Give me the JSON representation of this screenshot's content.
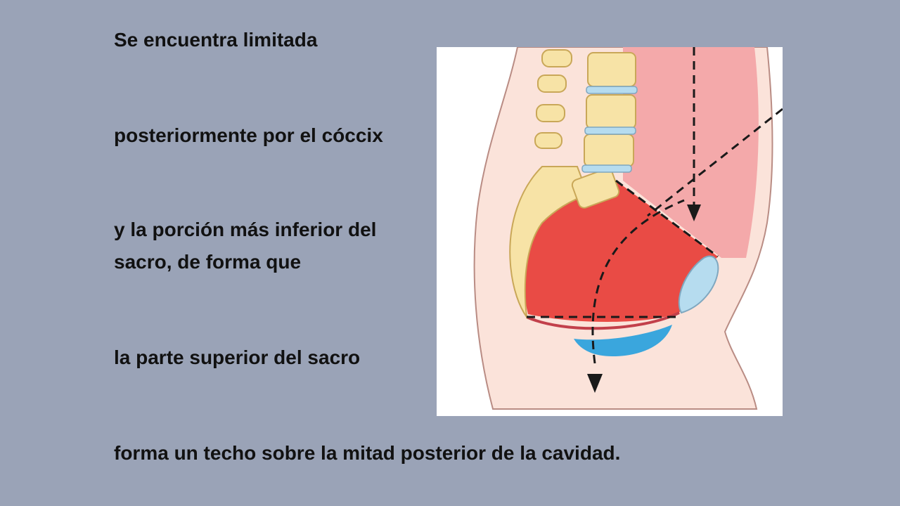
{
  "slide": {
    "lines": [
      "Se encuentra limitada",
      "posteriormente por el cóccix",
      "y la porción más inferior del sacro, de forma que",
      "la parte superior del sacro",
      "forma un techo sobre la mitad posterior de la cavidad."
    ]
  },
  "colors": {
    "background": "#9aa3b7",
    "text": "#111111",
    "pelvic-cavity": "#e94b45",
    "abdominal-cavity": "#f4a9aa",
    "skin": "#fbe3da",
    "bone": "#f7e3a6",
    "disc": "#b6dcef",
    "pelvic-floor": "#3aa6dd"
  },
  "icons": [
    "arrow-down-icon",
    "dashed-axis-line"
  ]
}
